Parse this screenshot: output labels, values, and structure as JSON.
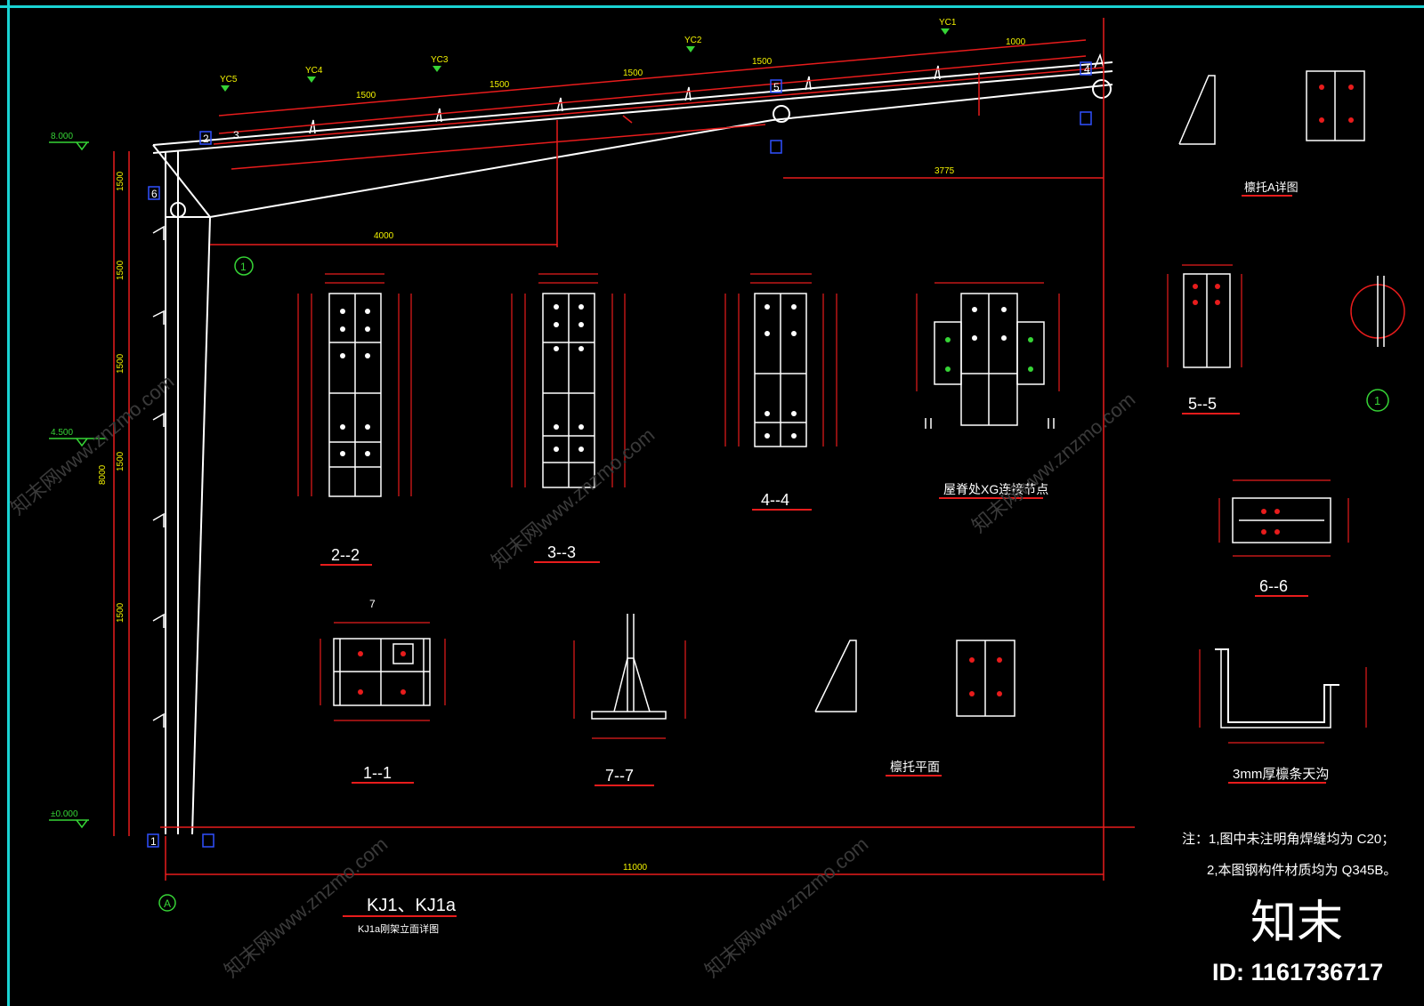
{
  "frame": {
    "title": "KJ1、KJ1a"
  },
  "elevations": {
    "ridge": "8.000",
    "mid": "4.500",
    "ground": "±0.000"
  },
  "dimensions": {
    "span": "11000",
    "seg1": "1500",
    "seg2": "1500",
    "seg3": "1500",
    "seg4": "1500",
    "seg5": "1000",
    "rafter_len": "4000",
    "col_h1": "1500",
    "col_h2": "1500",
    "col_h3": "1500",
    "col_h4": "1500",
    "col_h5": "1500",
    "col_total": "8000",
    "tail": "3775"
  },
  "purlins": [
    "YC5",
    "YC4",
    "YC3",
    "YC2",
    "YC1"
  ],
  "axis_labels": {
    "left": "A",
    "callout_1": "1"
  },
  "section_markers": [
    "1",
    "2",
    "3",
    "4",
    "5",
    "6",
    "7"
  ],
  "sections": [
    {
      "id": "sec-2-2",
      "label": "2--2"
    },
    {
      "id": "sec-3-3",
      "label": "3--3"
    },
    {
      "id": "sec-4-4",
      "label": "4--4"
    },
    {
      "id": "sec-xg",
      "label": "屋脊处XG连接节点"
    },
    {
      "id": "sec-5-5",
      "label": "5--5"
    },
    {
      "id": "sec-6-6",
      "label": "6--6"
    },
    {
      "id": "sec-1-1",
      "label": "1--1"
    },
    {
      "id": "sec-7-7",
      "label": "7--7"
    },
    {
      "id": "sec-fin",
      "label": "檩托平面"
    },
    {
      "id": "sec-a",
      "label": "檩托A详图"
    },
    {
      "id": "sec-c",
      "label": "3mm厚檩条天沟"
    }
  ],
  "notes": {
    "line1": "注：1,图中未注明角焊缝均为 C20；",
    "line2": "2,本图钢构件材质均为 Q345B。"
  },
  "subtitle": "KJ1a刚架立面详图",
  "logo": {
    "text": "知末",
    "id": "ID: 1161736717"
  },
  "watermark": "知末网www.znzmo.com",
  "colors": {
    "line": "#ffffff",
    "dim": "#e81c1c",
    "text": "#f2f200",
    "leader": "#36d436",
    "frame": "#19d3d3"
  }
}
